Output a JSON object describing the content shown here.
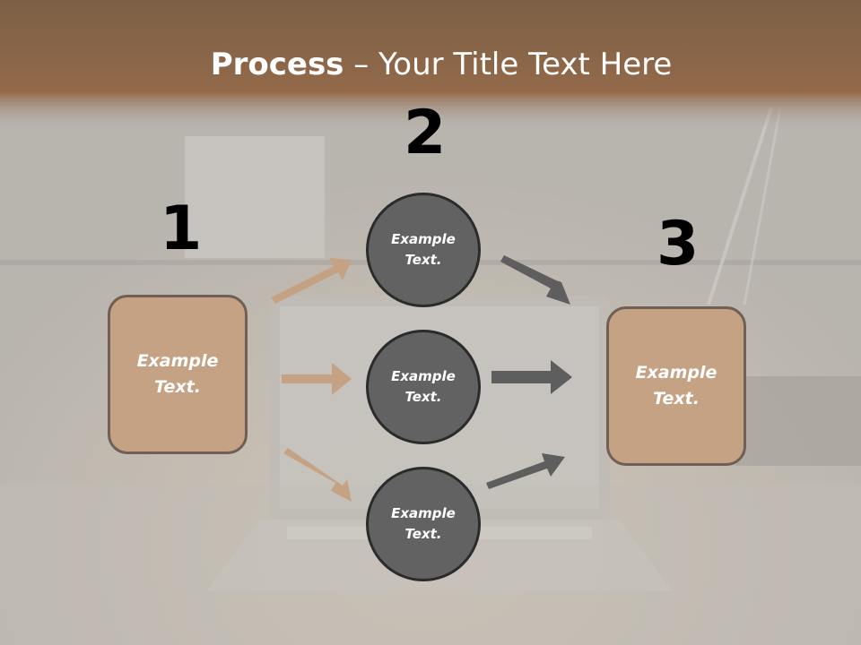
{
  "slide": {
    "title_bold": "Process",
    "title_rest": " – Your Title Text Here"
  },
  "steps": {
    "one": {
      "number": "1",
      "label": "Example\nText."
    },
    "two": {
      "number": "2"
    },
    "three": {
      "number": "3",
      "label": "Example\nText."
    }
  },
  "circles": [
    {
      "label": "Example\nText."
    },
    {
      "label": "Example\nText."
    },
    {
      "label": "Example\nText."
    }
  ],
  "colors": {
    "header_brown": "#8a6847",
    "box_fill": "#c4a283",
    "box_border": "#6f5f55",
    "circle_fill": "#626262",
    "arrow_tan": "#c4a283",
    "arrow_gray": "#5e5e5e"
  }
}
